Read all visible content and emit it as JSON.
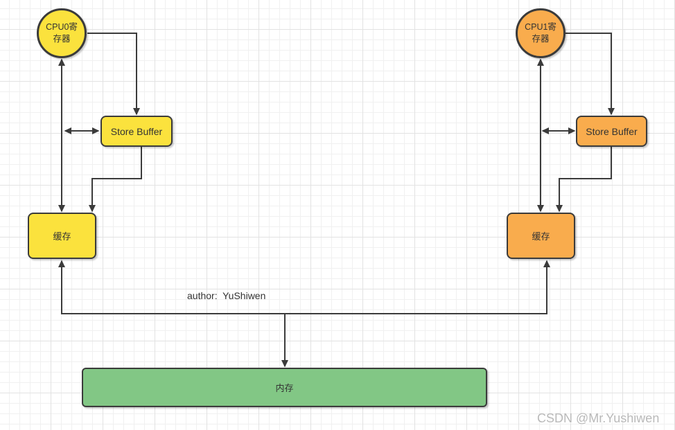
{
  "colors": {
    "background": "#ffffff",
    "grid_minor": "#f0f0f0",
    "grid_major": "#e2e2e2",
    "yellow": "#fbe23d",
    "orange": "#f9ac4d",
    "green": "#82c785",
    "stroke": "#3b3b3b",
    "text": "#333333",
    "watermark": "#b9b9b9"
  },
  "nodes": {
    "cpu0_register": {
      "label": "CPU0寄\n存器"
    },
    "cpu1_register": {
      "label": "CPU1寄\n存器"
    },
    "store_buffer_left": {
      "label": "Store Buffer"
    },
    "store_buffer_right": {
      "label": "Store Buffer"
    },
    "cache_left": {
      "label": "缓存"
    },
    "cache_right": {
      "label": "缓存"
    },
    "memory": {
      "label": "内存"
    }
  },
  "annotations": {
    "author": "author:  YuShiwen",
    "watermark": "CSDN @Mr.Yushiwen"
  }
}
